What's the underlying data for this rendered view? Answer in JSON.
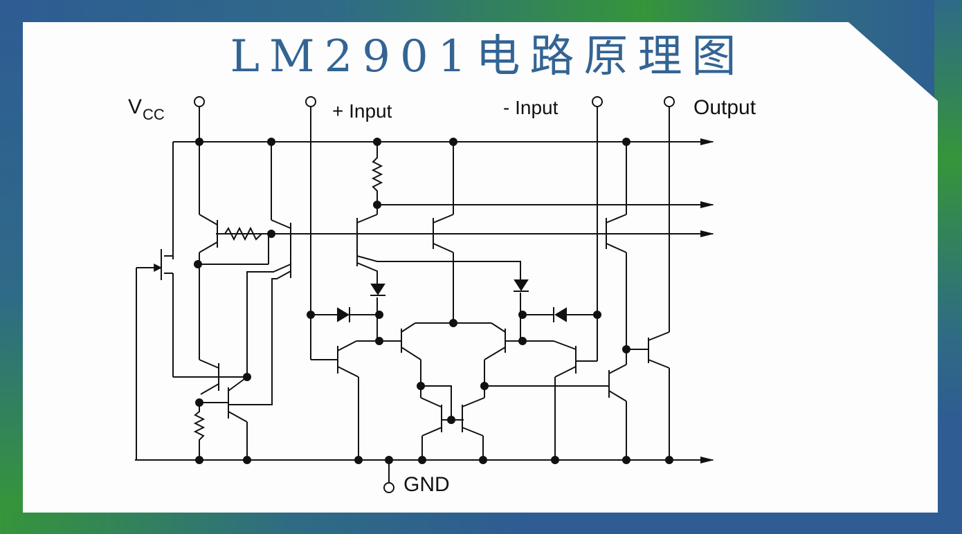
{
  "title": "LM2901电路原理图",
  "diagram": {
    "type": "circuit-schematic",
    "pins": {
      "vcc_main": "V",
      "vcc_sub": "CC",
      "plus_input": "+ Input",
      "minus_input": "- Input",
      "output": "Output",
      "gnd": "GND"
    },
    "line_color": "#111111"
  },
  "colors": {
    "title": "#336493",
    "frame_blue": "#2e5c93",
    "frame_green": "#35953a",
    "card": "#fdfdfe"
  }
}
